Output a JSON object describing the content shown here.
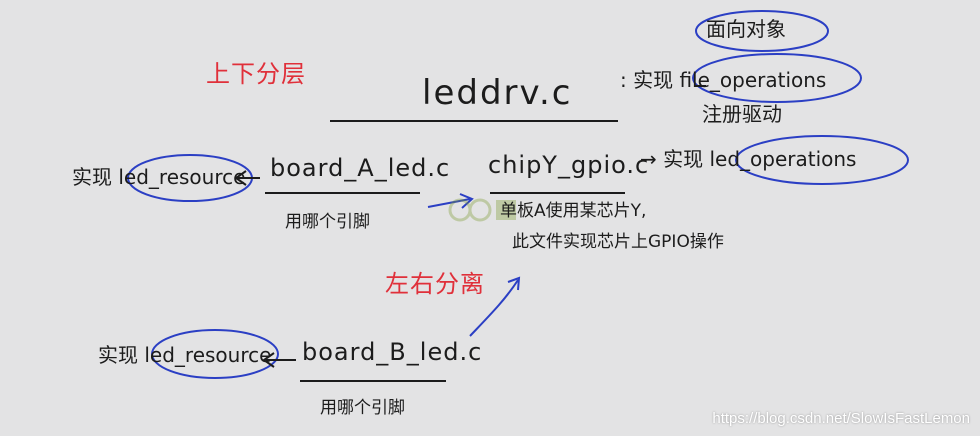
{
  "diagram": {
    "layering_label": "上下分层",
    "separation_label": "左右分离",
    "driver_file": "leddrv.c",
    "driver_desc_1": ": 实现 file_operations",
    "driver_desc_2": "注册驱动",
    "oop_label": "面向对象",
    "left_impl_1": "实现 led_resource",
    "board_a": "board_A_led.c",
    "board_a_note": "用哪个引脚",
    "chip_file": "chipY_gpio.c",
    "chip_impl": "→ 实现 led_operations",
    "chip_note_1": "单板A使用某芯片Y,",
    "chip_note_2": "此文件实现芯片上GPIO操作",
    "left_impl_2": "实现 led_resource",
    "board_b": "board_B_led.c",
    "board_b_note": "用哪个引脚"
  },
  "watermark": "https://blog.csdn.net/SlowIsFastLemon",
  "colors": {
    "background": "#e3e3e4",
    "ink": "#1c1c1c",
    "red": "#e0303a",
    "circle": "#2b3fc4"
  }
}
